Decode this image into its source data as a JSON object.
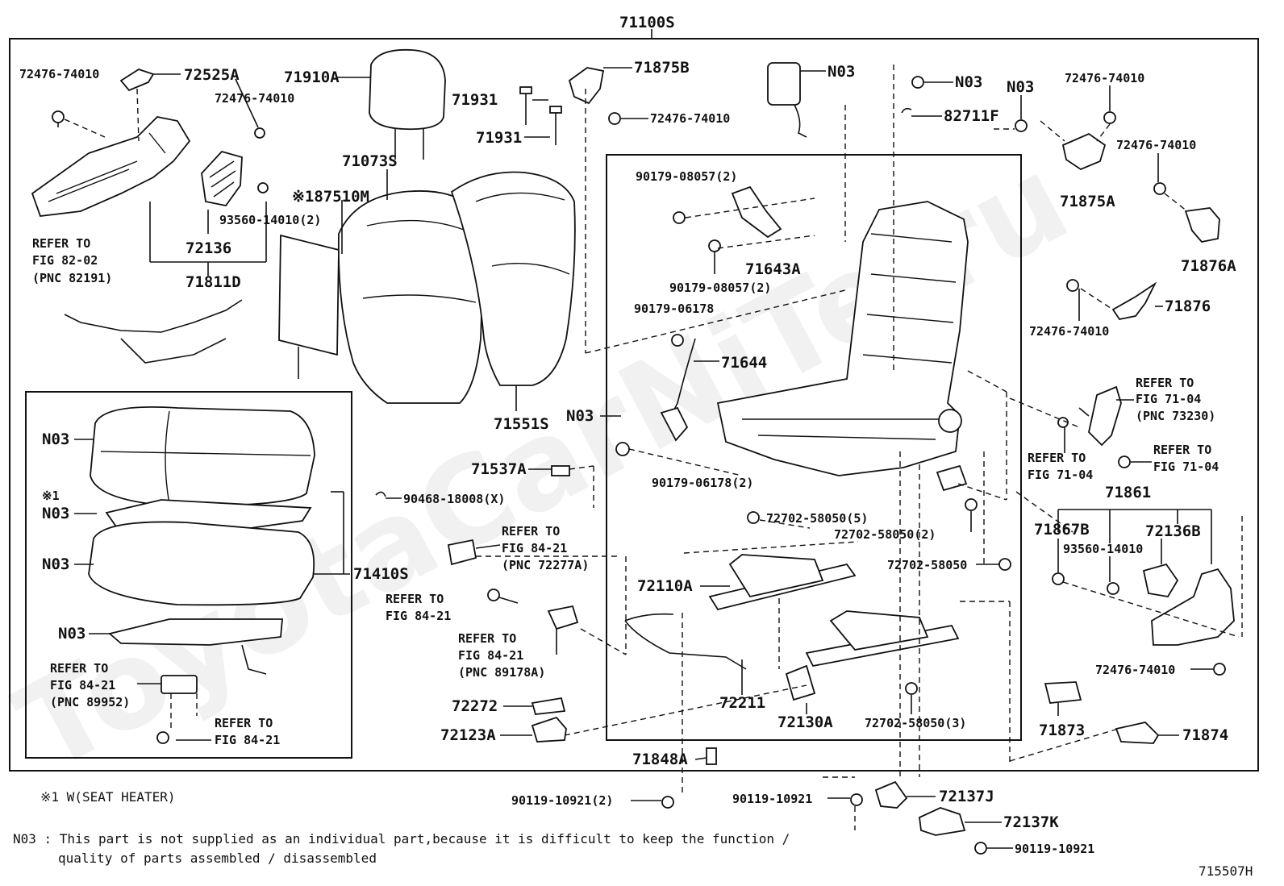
{
  "diagram": {
    "watermark": "ToyotaCarNiTe.ru",
    "figure_id": "715507H",
    "assembly_label": "71100S",
    "labels": {
      "l_71100S": "71100S",
      "l_72476_74010_a": "72476-74010",
      "l_72525A": "72525A",
      "l_72476_74010_b": "72476-74010",
      "l_71910A": "71910A",
      "l_71931_a": "71931",
      "l_71931_b": "71931",
      "l_71875B": "71875B",
      "l_72476_74010_c": "72476-74010",
      "l_N03_top": "N03",
      "l_N03_nut": "N03",
      "l_82711F": "82711F",
      "l_N03_r": "N03",
      "l_72476_74010_d": "72476-74010",
      "l_72476_74010_e": "72476-74010",
      "l_71875A": "71875A",
      "l_71876A": "71876A",
      "l_71876": "71876",
      "l_72476_74010_f": "72476-74010",
      "l_71073S": "71073S",
      "l_87510M": "※187510M",
      "l_93560_14010_2": "93560-14010(2)",
      "l_72136": "72136",
      "l_71811D": "71811D",
      "l_refer_82_1": "REFER TO",
      "l_refer_82_2": "FIG 82-02",
      "l_refer_82_3": "(PNC 82191)",
      "l_90179_08057_2a": "90179-08057(2)",
      "l_71643A": "71643A",
      "l_90179_08057_2b": "90179-08057(2)",
      "l_90179_06178": "90179-06178",
      "l_71644": "71644",
      "l_N03_mid": "N03",
      "l_90179_06178_2": "90179-06178(2)",
      "l_71551S": "71551S",
      "l_71537A": "71537A",
      "l_90468_18008": "90468-18008(X)",
      "l_N03_c1": "N03",
      "l_mark1": "※1",
      "l_N03_c2": "N03",
      "l_N03_c3": "N03",
      "l_N03_c4": "N03",
      "l_71410S": "71410S",
      "l_refer_8421a_1": "REFER TO",
      "l_refer_8421a_2": "FIG 84-21",
      "l_refer_8421a_3": "(PNC 72277A)",
      "l_refer_8421b_1": "REFER TO",
      "l_refer_8421b_2": "FIG 84-21",
      "l_refer_8421c_1": "REFER TO",
      "l_refer_8421c_2": "FIG 84-21",
      "l_refer_8421c_3": "(PNC 89178A)",
      "l_refer_8421d_1": "REFER TO",
      "l_refer_8421d_2": "FIG 84-21",
      "l_refer_8421d_3": "(PNC 89952)",
      "l_refer_8421e_1": "REFER TO",
      "l_refer_8421e_2": "FIG 84-21",
      "l_72272": "72272",
      "l_72123A": "72123A",
      "l_72702_58050_5": "72702-58050(5)",
      "l_72702_58050_2": "72702-58050(2)",
      "l_72702_58050": "72702-58050",
      "l_72110A": "72110A",
      "l_72211": "72211",
      "l_72130A": "72130A",
      "l_72702_58050_3": "72702-58050(3)",
      "l_71848A": "71848A",
      "l_refer_7104a_1": "REFER TO",
      "l_refer_7104a_2": "FIG 71-04",
      "l_refer_7104a_3": "(PNC 73230)",
      "l_refer_7104b_1": "REFER TO",
      "l_refer_7104b_2": "FIG 71-04",
      "l_refer_7104c_1": "REFER TO",
      "l_refer_7104c_2": "FIG 71-04",
      "l_71861": "71861",
      "l_71867B": "71867B",
      "l_72136B": "72136B",
      "l_93560_14010": "93560-14010",
      "l_72476_74010_g": "72476-74010",
      "l_71873": "71873",
      "l_71874": "71874",
      "l_90119_10921_2": "90119-10921(2)",
      "l_90119_10921_a": "90119-10921",
      "l_72137J": "72137J",
      "l_72137K": "72137K",
      "l_90119_10921_b": "90119-10921"
    },
    "footnotes": {
      "mark_note": "※1 W(SEAT HEATER)",
      "n03_note_1": "N03 : This part is not supplied as an individual part,because it is difficult to keep the function /",
      "n03_note_2": "quality of parts assembled / disassembled"
    }
  }
}
